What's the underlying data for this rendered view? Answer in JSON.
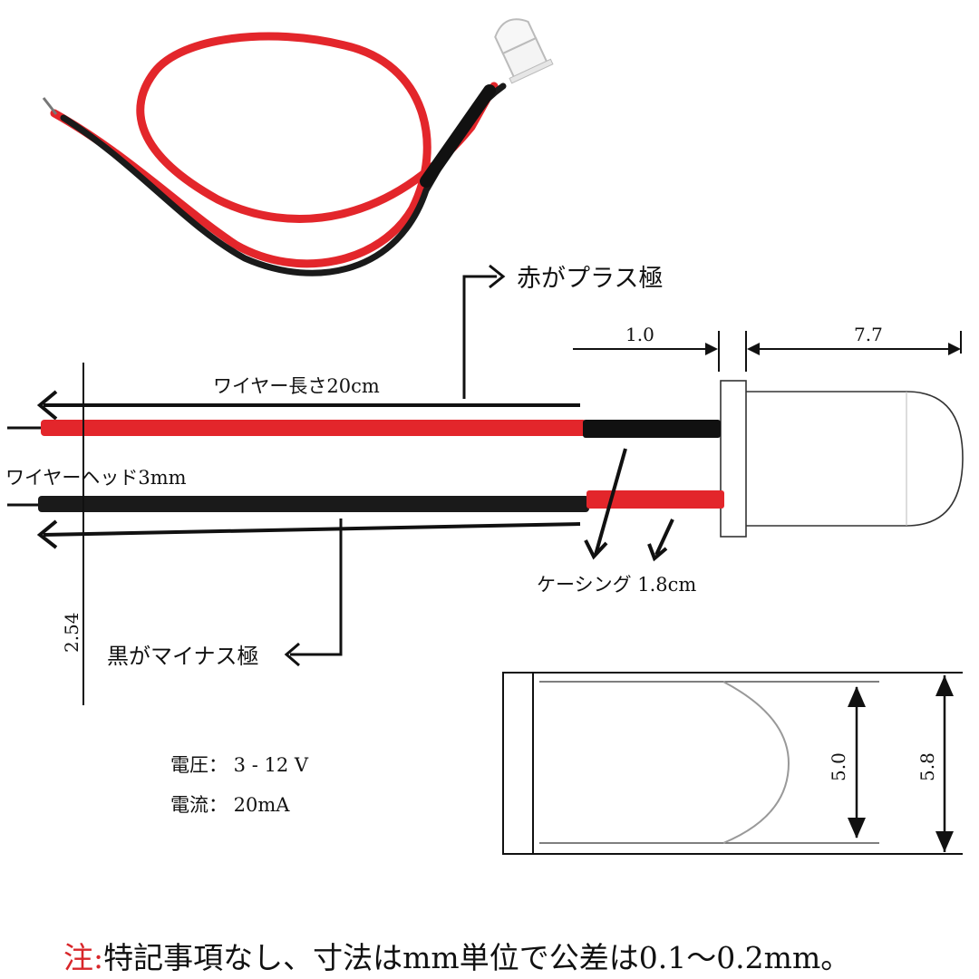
{
  "colors": {
    "red_wire": "#e3262b",
    "black_wire": "#1a1a1a",
    "line": "#111111",
    "note_accent": "#d8262a"
  },
  "labels": {
    "red_plus": "赤がプラス極",
    "black_minus": "黒がマイナス極",
    "wire_length": "ワイヤー長さ20cm",
    "wire_head": "ワイヤーヘッド3mm",
    "casing": "ケーシング 1.8cm",
    "pitch": "2.54"
  },
  "dimensions": {
    "flange": "1.0",
    "body_length": "7.7",
    "lens_diameter": "5.0",
    "flange_diameter": "5.8"
  },
  "specs": {
    "voltage": "電圧： 3 - 12 V",
    "current": "電流： 20mA"
  },
  "note": {
    "prefix": "注:",
    "text": "特記事項なし、寸法はmm単位で公差は0.1～0.2mm。"
  }
}
